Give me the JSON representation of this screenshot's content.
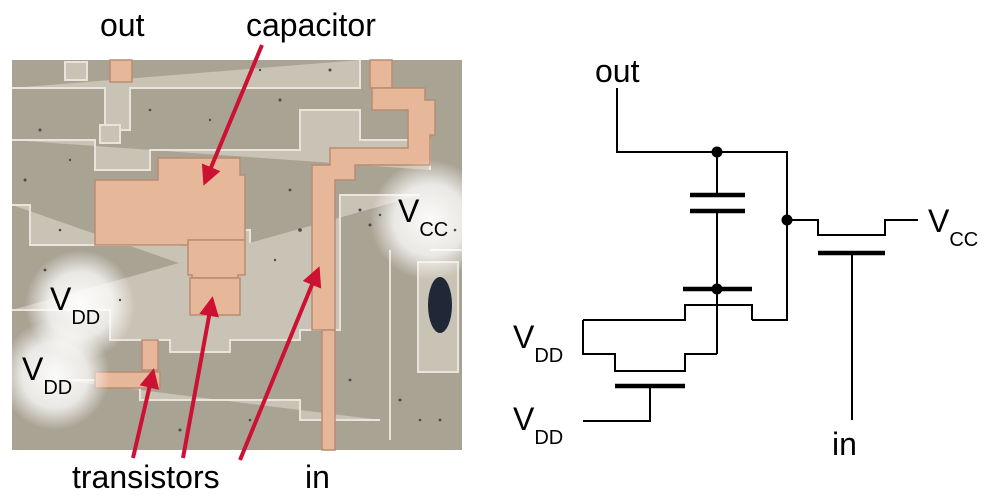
{
  "die_labels": {
    "out": "out",
    "capacitor": "capacitor",
    "vcc_main": "V",
    "vcc_sub": "CC",
    "vdd_main": "V",
    "vdd_sub": "DD",
    "transistors": "transistors",
    "in": "in"
  },
  "schematic_labels": {
    "out": "out",
    "vcc_main": "V",
    "vcc_sub": "CC",
    "vdd_main": "V",
    "vdd_sub": "DD",
    "in": "in"
  },
  "colors": {
    "arrow": "#cc1133",
    "die_background": "#a9a394",
    "polysilicon": "#e7b79a",
    "wire": "#000000"
  }
}
